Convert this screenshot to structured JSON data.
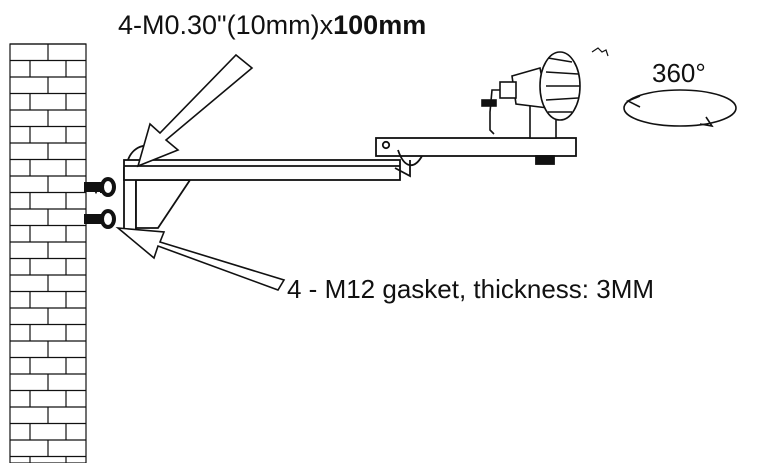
{
  "labels": {
    "bolt_prefix": "4-M0.30\"(10mm)x",
    "bolt_length": "100mm",
    "gasket": "4 - M12 gasket, thickness: 3MM",
    "rotation": "360°"
  },
  "colors": {
    "ink": "#111111",
    "background": "#ffffff"
  },
  "icons": {
    "wall": "brick-wall",
    "bracket": "wall-mount-bracket",
    "light": "flood-light",
    "rotation": "rotation-ellipse-arrow"
  }
}
